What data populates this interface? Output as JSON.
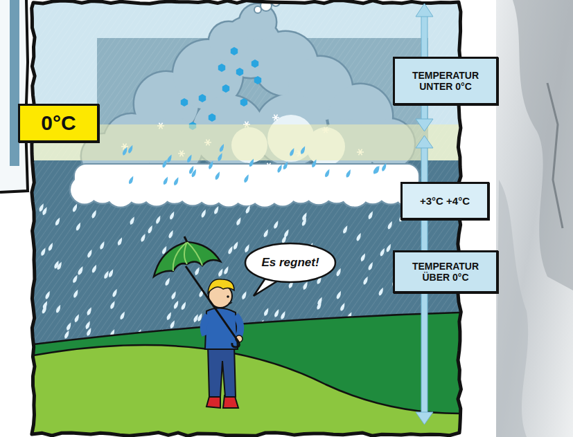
{
  "diagram": {
    "nodes": [
      {
        "text": [
          "TEMPERATUR UNTER 0°C"
        ]
      },
      {
        "text": [
          "0°C"
        ]
      },
      {
        "text": [
          "+3°C +4°C"
        ]
      },
      {
        "text": [
          "Es regnet!"
        ]
      },
      {
        "text": [
          "TEMPERATUR ÜBER 0°C"
        ]
      }
    ]
  }
}
